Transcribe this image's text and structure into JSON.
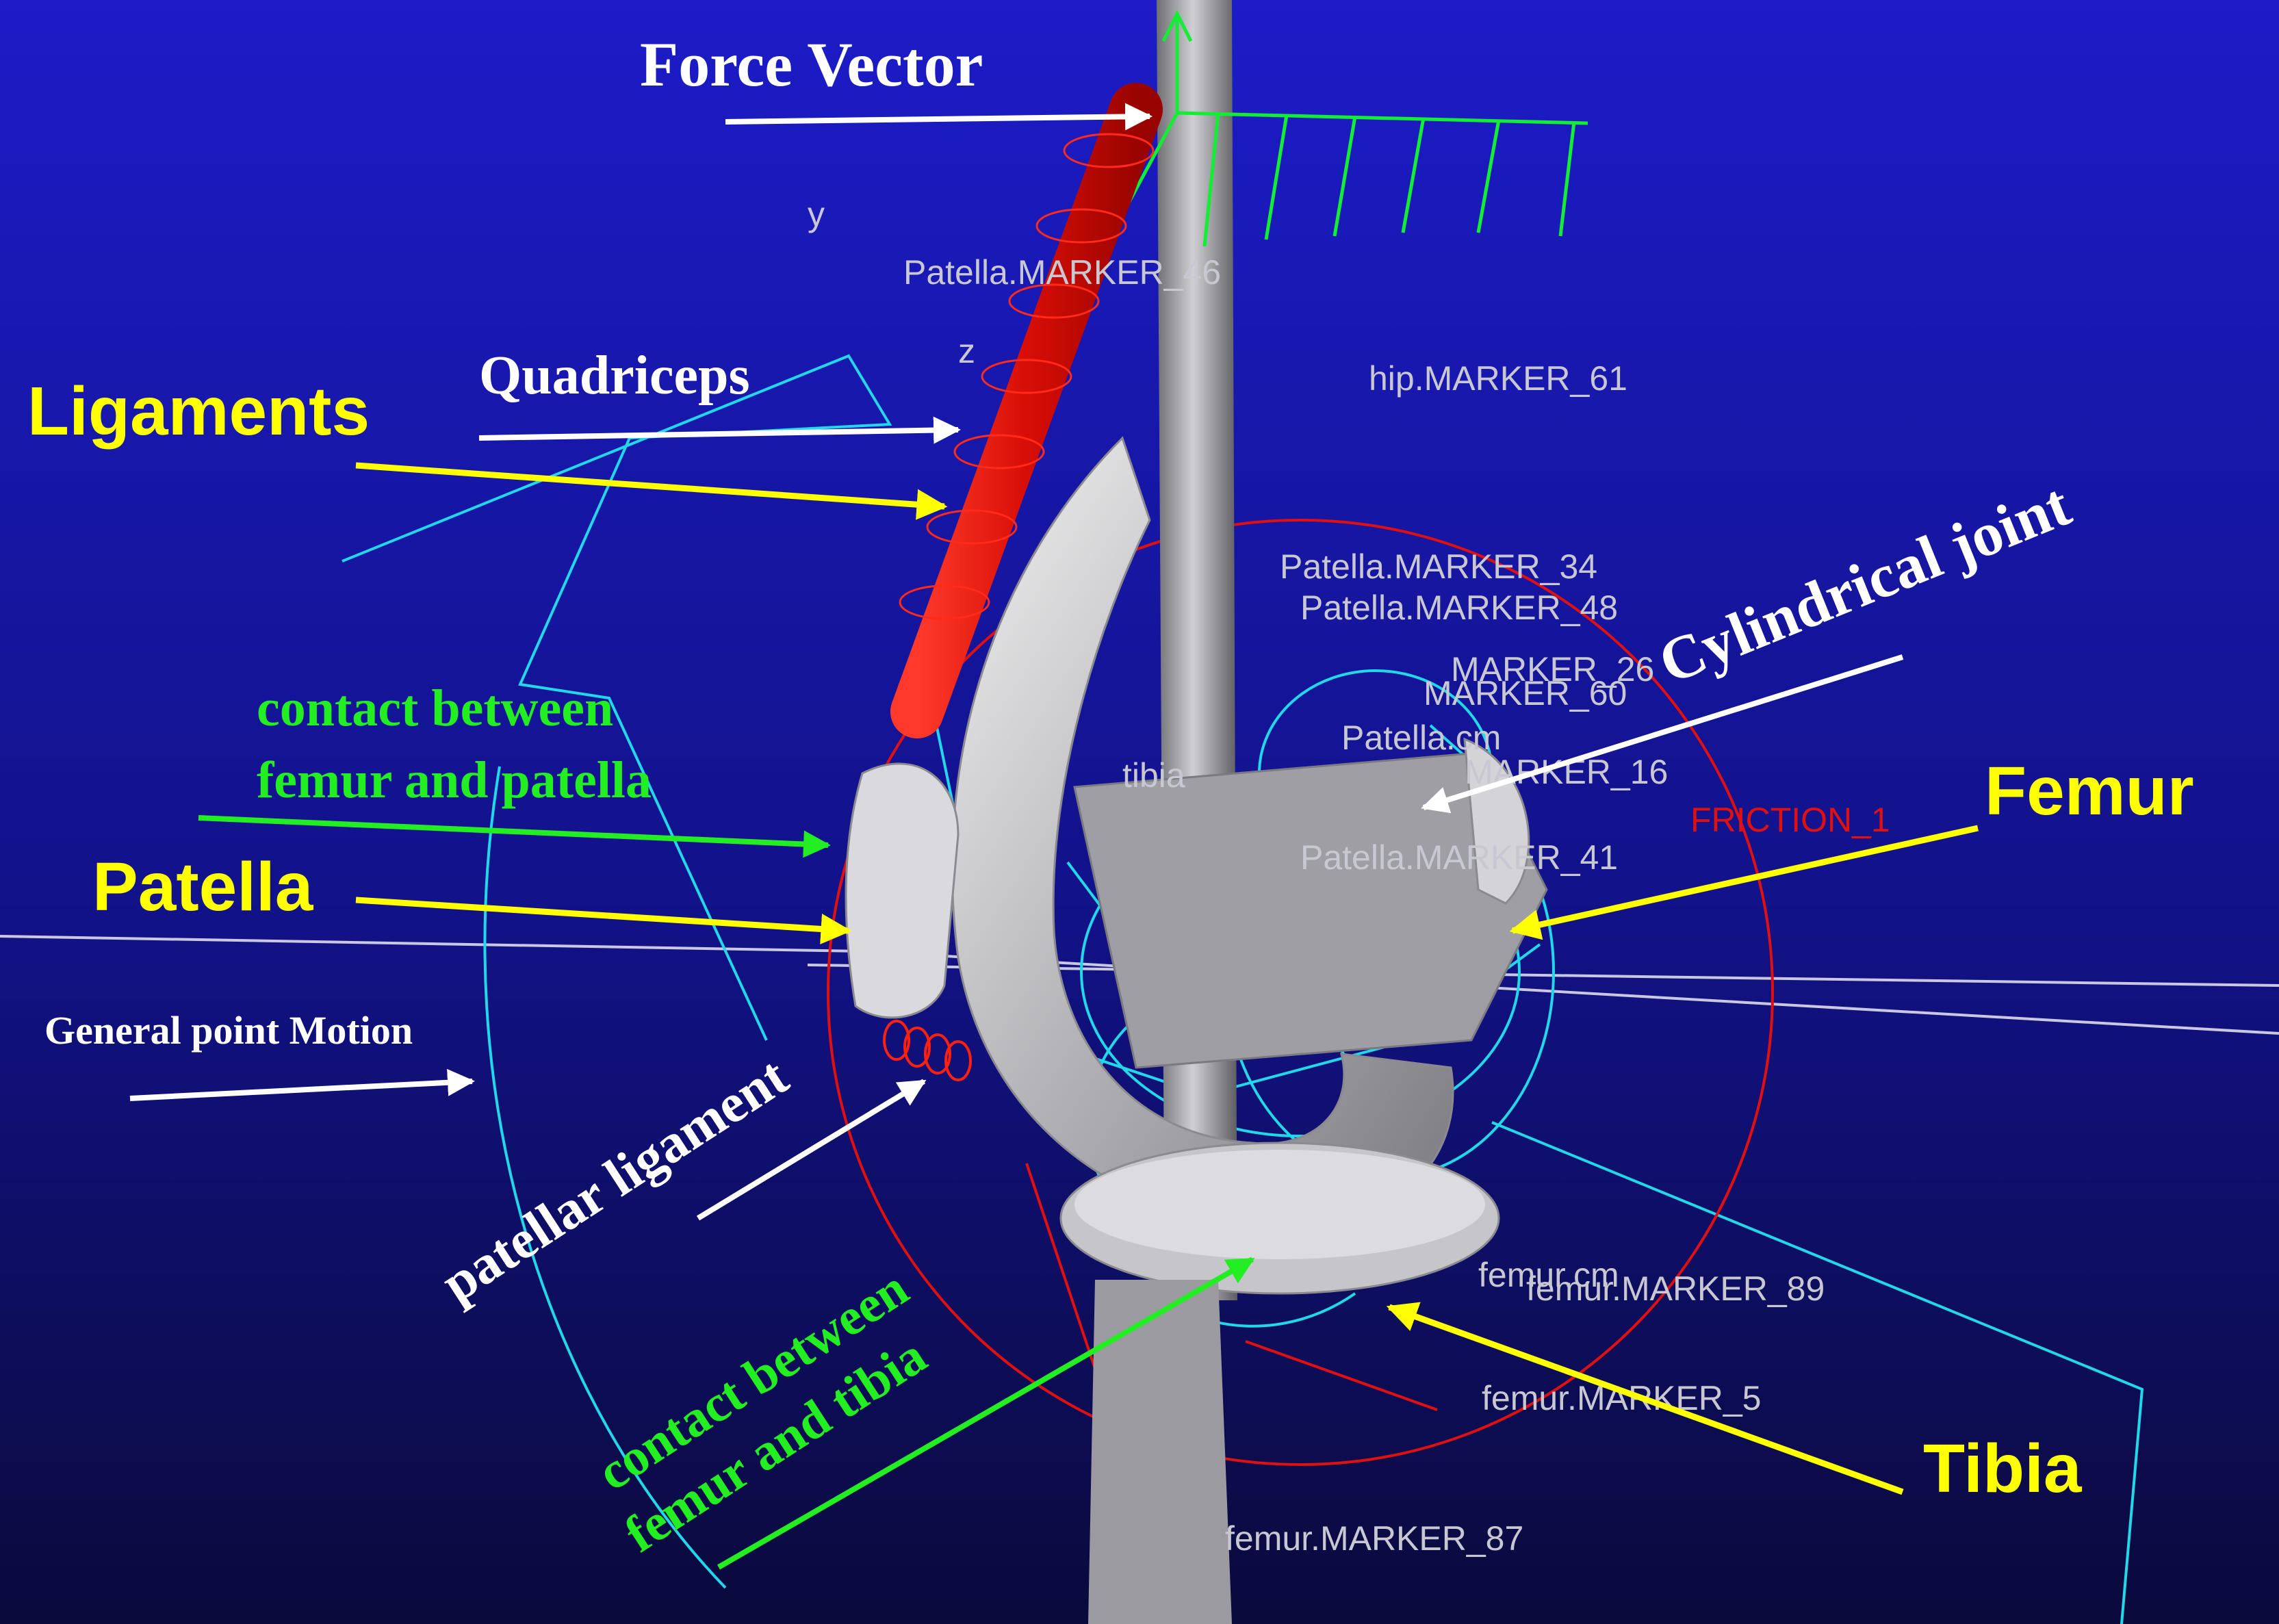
{
  "labels": {
    "force_vector": "Force Vector",
    "quadriceps": "Quadriceps",
    "ligaments": "Ligaments",
    "contact_femur_patella_1": "contact between",
    "contact_femur_patella_2": "femur and patella",
    "patella": "Patella",
    "general_point_motion": "General point Motion",
    "patellar_ligament": "patellar ligament",
    "cylindrical_joint": "Cylindrical joint",
    "femur": "Femur",
    "tibia": "Tibia",
    "contact_femur_tibia_1": "contact between",
    "contact_femur_tibia_2": "femur and tibia"
  },
  "markers": {
    "patella_46": "Patella.MARKER_46",
    "hip_61": "hip.MARKER_61",
    "patella_34": "Patella.MARKER_34",
    "patella_48": "Patella.MARKER_48",
    "marker_26": "MARKER_26",
    "marker_60": "MARKER_60",
    "marker_16": "MARKER_16",
    "patella_41": "Patella.MARKER_41",
    "friction": "FRICTION_1",
    "femur_89": "femur.MARKER_89",
    "femur_5": "femur.MARKER_5",
    "femur_87": "femur.MARKER_87",
    "femur_cm": "femur.cm",
    "patella_cm": "Patella.cm",
    "tibia": "tibia",
    "axis_y": "y",
    "axis_z": "z"
  },
  "colors": {
    "bg_top": "#1c1cc8",
    "bg_bottom": "#0a0a3c",
    "yellow_label": "#ffff00",
    "green_label": "#22ee22",
    "white_label": "#ffffff",
    "muscle_red": "#e8120a",
    "wireframe_cyan": "#22d8e8",
    "friction_red": "#e01010",
    "vector_green": "#11ee33",
    "bone_gray": "#c8c8c8"
  }
}
